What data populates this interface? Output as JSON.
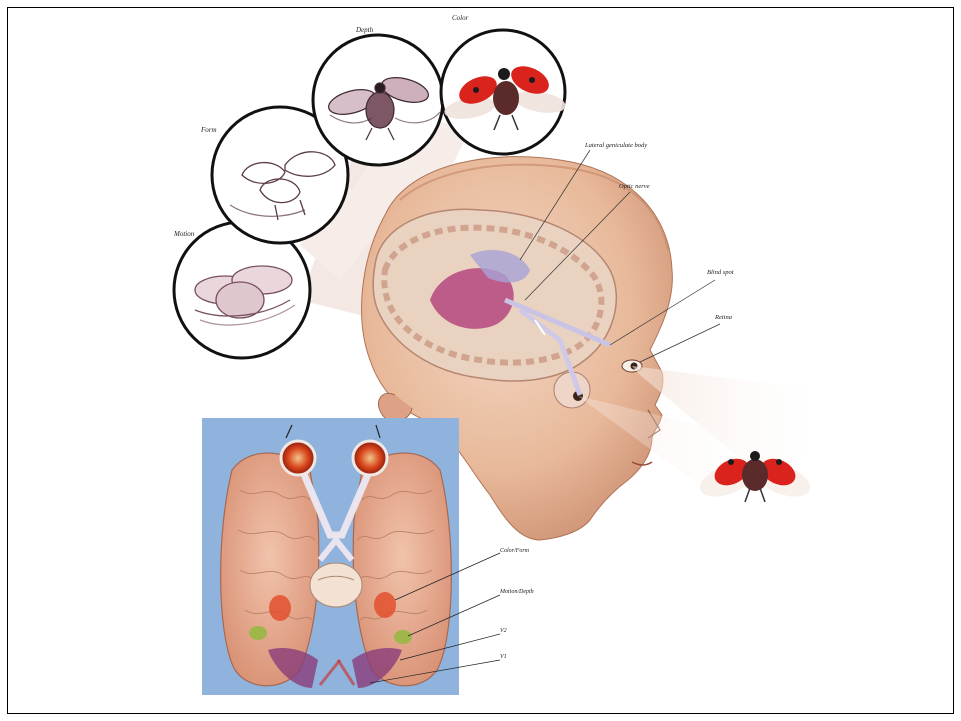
{
  "panels": {
    "motion": "Motion",
    "form": "Form",
    "depth": "Depth",
    "color": "Color"
  },
  "head_labels": {
    "lateral_geniculate": "Lateral geniculate body",
    "optic_nerve": "Optic nerve",
    "blind_spot": "Blind spot",
    "retina": "Retina"
  },
  "brain_labels": {
    "color_form": "Color/Form",
    "motion_depth": "Motion/Depth",
    "v2": "V2",
    "v1": "V1"
  },
  "colors": {
    "skin": "#e8b99a",
    "brain_cortex": "#e6a98e",
    "blue_background": "#8fb3dc",
    "ladybug_red": "#d9231c",
    "visual_area_red": "#e2502d",
    "visual_area_green": "#9fb64a",
    "visual_area_purple": "#8a3c7a"
  }
}
